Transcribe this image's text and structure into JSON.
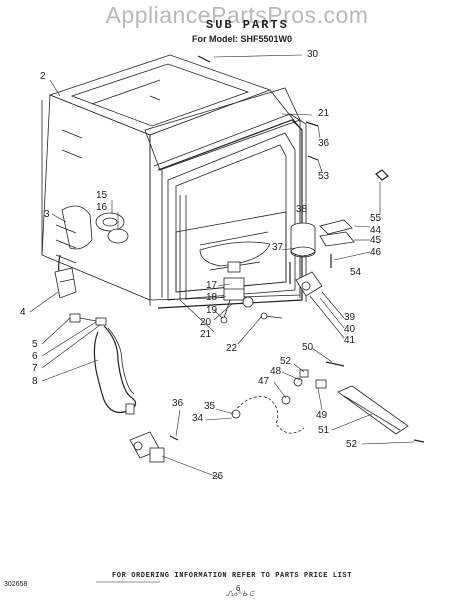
{
  "watermark": "AppliancePartsPros.com",
  "header": {
    "title": "SUB PARTS",
    "model": "For Model: SHF5501W0"
  },
  "callouts": [
    {
      "id": "c2",
      "label": "2"
    },
    {
      "id": "c30",
      "label": "30"
    },
    {
      "id": "c21a",
      "label": "21"
    },
    {
      "id": "c36a",
      "label": "36"
    },
    {
      "id": "c53",
      "label": "53"
    },
    {
      "id": "c15",
      "label": "15"
    },
    {
      "id": "c16",
      "label": "16"
    },
    {
      "id": "c3",
      "label": "3"
    },
    {
      "id": "c38",
      "label": "38"
    },
    {
      "id": "c55",
      "label": "55"
    },
    {
      "id": "c44",
      "label": "44"
    },
    {
      "id": "c45",
      "label": "45"
    },
    {
      "id": "c46",
      "label": "46"
    },
    {
      "id": "c37",
      "label": "37"
    },
    {
      "id": "c54",
      "label": "54"
    },
    {
      "id": "c17",
      "label": "17"
    },
    {
      "id": "c18",
      "label": "18"
    },
    {
      "id": "c19",
      "label": "19"
    },
    {
      "id": "c20",
      "label": "20"
    },
    {
      "id": "c21b",
      "label": "21"
    },
    {
      "id": "c22",
      "label": "22"
    },
    {
      "id": "c39",
      "label": "39"
    },
    {
      "id": "c40",
      "label": "40"
    },
    {
      "id": "c41",
      "label": "41"
    },
    {
      "id": "c4",
      "label": "4"
    },
    {
      "id": "c5",
      "label": "5"
    },
    {
      "id": "c6",
      "label": "6"
    },
    {
      "id": "c7",
      "label": "7"
    },
    {
      "id": "c8",
      "label": "8"
    },
    {
      "id": "c50",
      "label": "50"
    },
    {
      "id": "c52a",
      "label": "52"
    },
    {
      "id": "c48",
      "label": "48"
    },
    {
      "id": "c47",
      "label": "47"
    },
    {
      "id": "c49",
      "label": "49"
    },
    {
      "id": "c51",
      "label": "51"
    },
    {
      "id": "c52b",
      "label": "52"
    },
    {
      "id": "c36b",
      "label": "36"
    },
    {
      "id": "c35",
      "label": "35"
    },
    {
      "id": "c34",
      "label": "34"
    },
    {
      "id": "c26",
      "label": "26"
    }
  ],
  "footer": {
    "note": "FOR ORDERING INFORMATION REFER TO PARTS PRICE LIST",
    "doc_number": "302658",
    "page_number": "6",
    "scribble": "ᔑᔕᐤ-ᑲ·ᕮ"
  }
}
